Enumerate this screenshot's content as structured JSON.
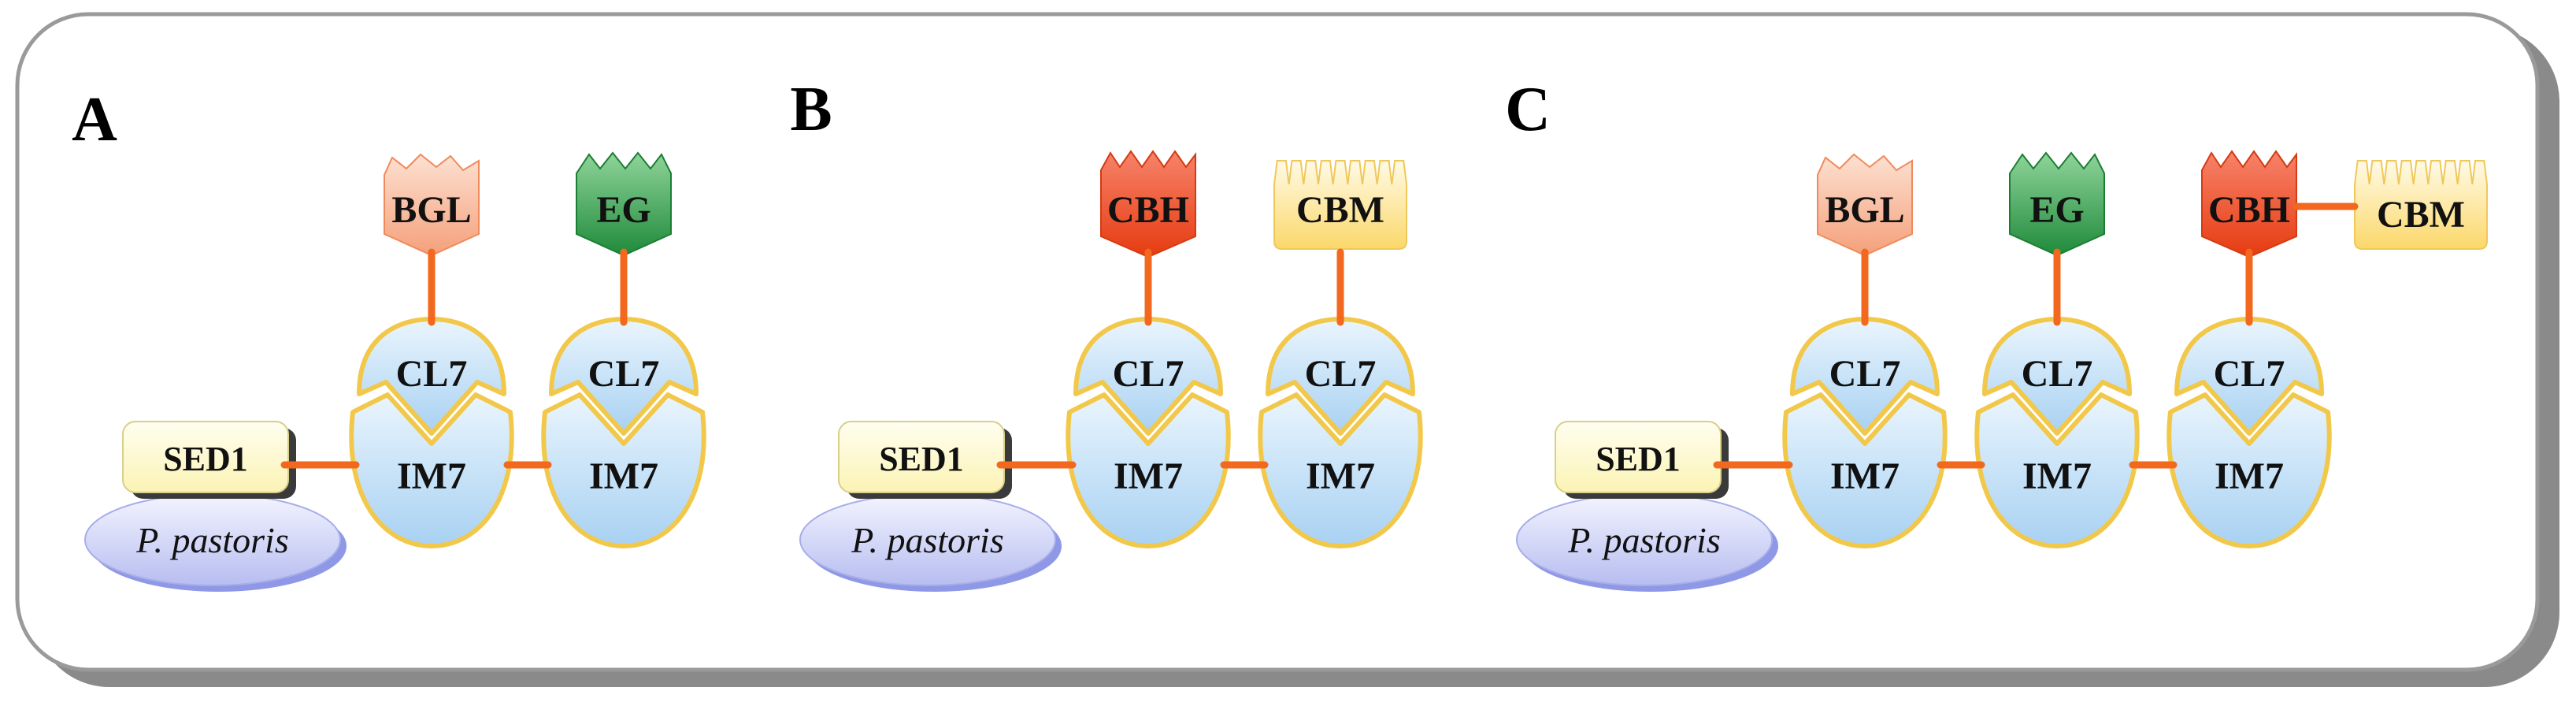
{
  "panels": [
    {
      "letter": "A",
      "anchor": "SED1",
      "host": "P. pastoris",
      "units": [
        {
          "domain": "BGL",
          "dock": "CL7",
          "coh": "IM7"
        },
        {
          "domain": "EG",
          "dock": "CL7",
          "coh": "IM7"
        }
      ]
    },
    {
      "letter": "B",
      "anchor": "SED1",
      "host": "P. pastoris",
      "units": [
        {
          "domain": "CBH",
          "dock": "CL7",
          "coh": "IM7"
        },
        {
          "domain": "CBM",
          "dock": "CL7",
          "coh": "IM7"
        }
      ]
    },
    {
      "letter": "C",
      "anchor": "SED1",
      "host": "P. pastoris",
      "units": [
        {
          "domain": "BGL",
          "dock": "CL7",
          "coh": "IM7"
        },
        {
          "domain": "EG",
          "dock": "CL7",
          "coh": "IM7"
        },
        {
          "domain": "CBH",
          "dock": "CL7",
          "coh": "IM7"
        }
      ],
      "extra": "CBM"
    }
  ],
  "colors": {
    "BGL": "#f6a982",
    "EG": "#2f9d47",
    "CBH": "#ef4f22",
    "CBM": "#fbe08a",
    "link": "#f2681e",
    "module_fill": "#bcdcf4",
    "module_stroke": "#f2c84b",
    "sed1_fill": "#fffbd0",
    "host_fill": "#c3c8f4"
  }
}
